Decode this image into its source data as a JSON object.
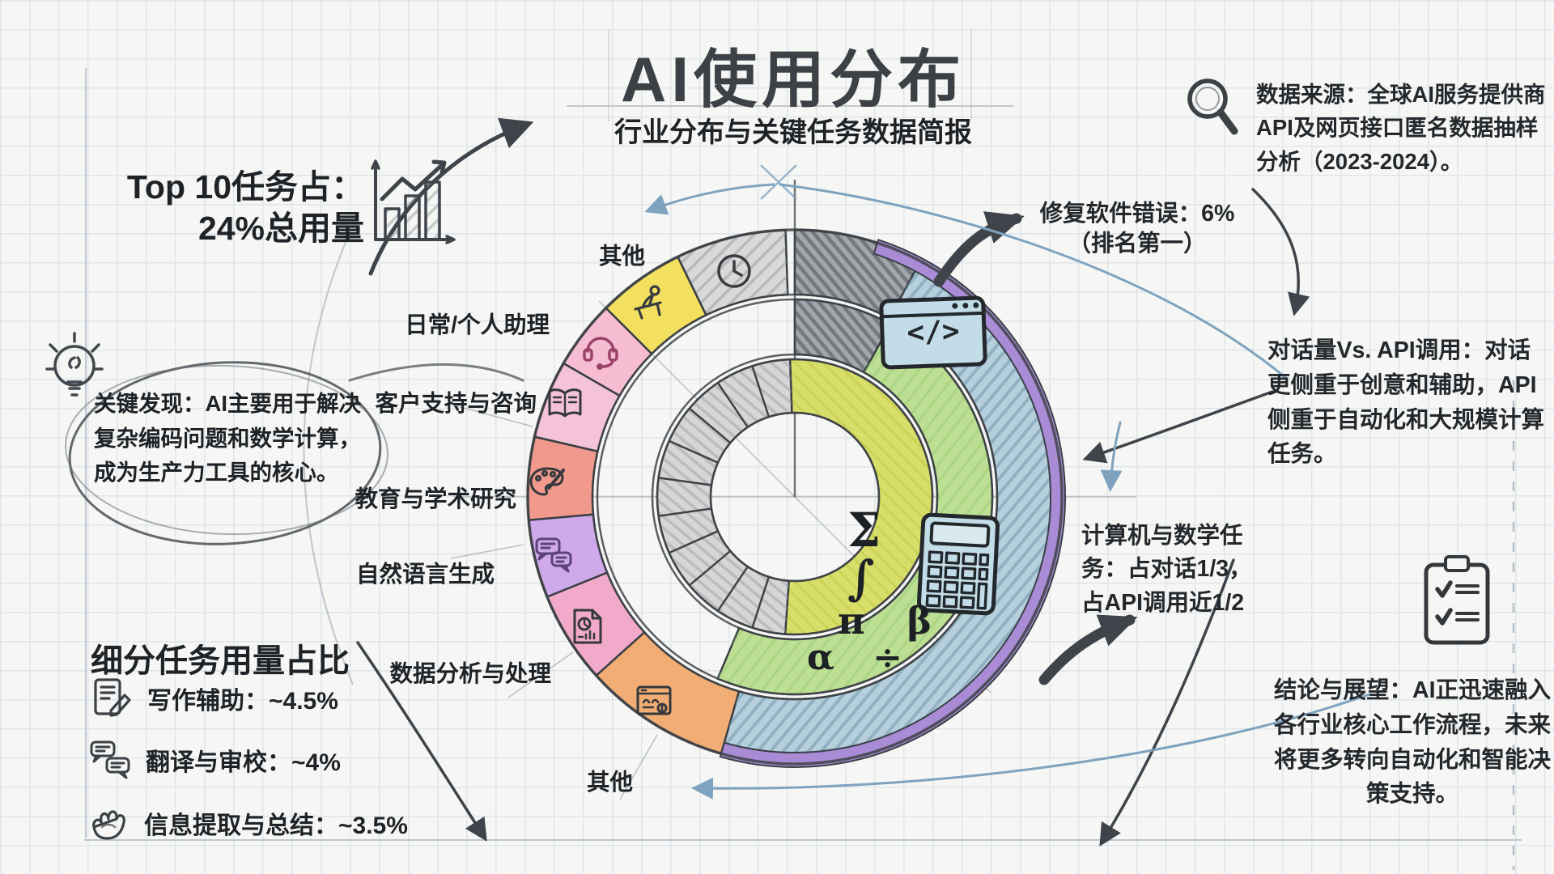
{
  "palette": {
    "ink": "#3c4146",
    "paper": "#f6f7f5",
    "grid": "#dfe5eb",
    "construction_blue": "#7fa3bf",
    "rim_purple": "#a98bd6",
    "api_blue": "#b5cfdd",
    "conversation_green": "#bcdf93",
    "inner_yellowgreen": "#d8de6a"
  },
  "title": {
    "main": "AI使用分布",
    "subtitle": "行业分布与关键任务数据简报"
  },
  "top_left_stat": {
    "line1": "Top 10任务占：",
    "line2": "24%总用量"
  },
  "key_finding": {
    "text": "关键发现：AI主要用于解决复杂编码问题和数学计算，成为生产力工具的核心。"
  },
  "task_breakdown": {
    "heading": "细分任务用量占比",
    "items": [
      {
        "icon": "writing-doc-icon",
        "label": "写作辅助：",
        "value": "~4.5%"
      },
      {
        "icon": "translate-bubbles-icon",
        "label": "翻译与审校：",
        "value": "~4%"
      },
      {
        "icon": "extract-hand-icon",
        "label": "信息提取与总结：",
        "value": "~3.5%"
      }
    ]
  },
  "data_source": {
    "text": "数据来源：全球AI服务提供商API及网页接口匿名数据抽样分析（2023-2024）。"
  },
  "annotations": {
    "bug_fix_line1": "修复软件错误：6%",
    "bug_fix_line2": "（排名第一）",
    "dialog_vs_api": "对话量Vs. API调用：对话更侧重于创意和辅助，API侧重于自动化和大规模计算任务。",
    "math_task": "计算机与数学任务：占对话1/3，占API调用近1/2",
    "conclusion": "结论与展望：AI正迅速融入各行业核心工作流程，未来将更多转向自动化和智能决策支持。"
  },
  "math_symbols": {
    "l1": "Σ ∫",
    "l2": "π β",
    "l3": "α ÷"
  },
  "code_icon_label": "</>",
  "chart_data": {
    "type": "donut",
    "title": "AI使用分布",
    "subtitle": "行业分布与关键任务数据简报",
    "center": [
      982,
      614
    ],
    "rings": {
      "outer": [
        250,
        330
      ],
      "middle": [
        176,
        244
      ],
      "inner": [
        104,
        170
      ]
    },
    "outer_segments": [
      {
        "id": "other-top",
        "icon": "clock",
        "color": "#d9d9d9",
        "hatch": "hGray",
        "from": -26,
        "to": -2
      },
      {
        "id": "daily-personal-assistant",
        "icon": "person-desk",
        "color": "#f2e05e",
        "from": -45,
        "to": -26
      },
      {
        "id": "customer-support",
        "icon": "headset",
        "color": "#f5bcd2",
        "from": -60,
        "to": -45
      },
      {
        "id": "education-research",
        "icon": "open-book",
        "color": "#f4c3d7",
        "from": -77,
        "to": -60
      },
      {
        "id": "creative",
        "icon": "palette",
        "color": "#f0998c",
        "from": -95,
        "to": -77
      },
      {
        "id": "language-generation",
        "icon": "chat-bubbles",
        "color": "#cfa9ea",
        "from": -112,
        "to": -95
      },
      {
        "id": "data-analysis",
        "icon": "doc-chart",
        "color": "#f2aacb",
        "from": -132,
        "to": -112
      },
      {
        "id": "other-bottom",
        "icon": "browser-hand",
        "color": "#f1ad74",
        "from": -164,
        "to": -132
      },
      {
        "id": "api-dark",
        "color": "#a2a7ac",
        "hatch": "hDark",
        "from": 0,
        "to": 28
      },
      {
        "id": "api-blue",
        "color": "#b5cfdd",
        "hatch": "hBlue",
        "from": 28,
        "to": 196
      }
    ],
    "rim": {
      "from": 18,
      "to": 196,
      "r": [
        316,
        334
      ],
      "color": "#a98bd6"
    },
    "middle_segments": [
      {
        "id": "api-mid-dark",
        "from": 0,
        "to": 29,
        "color": "#a2a7ac",
        "hatch": "hDark"
      },
      {
        "id": "conversations-green",
        "from": 29,
        "to": 203,
        "color": "#bcdf93",
        "hatch": "hGreen"
      }
    ],
    "inner_segments": [
      {
        "id": "inner-yellowgreen",
        "from": -2,
        "to": 188,
        "color": "#d8de6a",
        "hatch": "hYGreen"
      },
      {
        "id": "inner-gray",
        "from": -176,
        "to": -2,
        "color": "#d6d6d6",
        "hatch": "hGrayIn"
      }
    ],
    "inner_spokes": [
      -18,
      -34,
      -50,
      -66,
      -82,
      -98,
      -114,
      -130,
      -146,
      -162
    ],
    "boundary_circles": [
      330,
      250,
      244,
      176,
      170,
      104
    ],
    "labels": [
      {
        "text": "其他"
      },
      {
        "text": "日常/个人助理"
      },
      {
        "text": "客户支持与咨询"
      },
      {
        "text": "教育与学术研究"
      },
      {
        "text": "自然语言生成"
      },
      {
        "text": "数据分析与处理"
      },
      {
        "text": "其他"
      }
    ],
    "stats": [
      {
        "label": "Top 10任务占",
        "value": "24%总用量"
      },
      {
        "label": "修复软件错误",
        "value": "6%（排名第一）"
      },
      {
        "label": "写作辅助",
        "value": "~4.5%"
      },
      {
        "label": "翻译与审校",
        "value": "~4%"
      },
      {
        "label": "信息提取与总结",
        "value": "~3.5%"
      },
      {
        "label": "计算机与数学任务",
        "value": "占对话1/3，占API调用近1/2"
      }
    ]
  }
}
